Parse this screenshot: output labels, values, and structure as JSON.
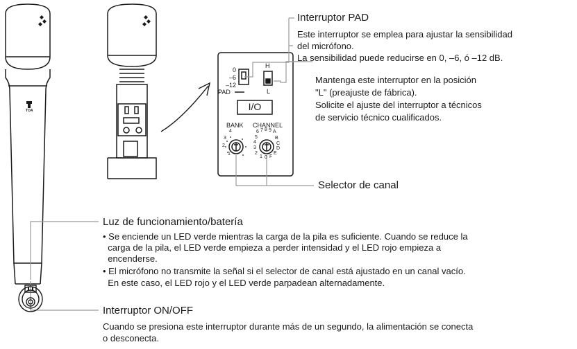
{
  "pad_section": {
    "title": "Interruptor PAD",
    "lines": [
      "Este interruptor se emplea para ajustar la sensibilidad",
      "del micrófono.",
      "La sensibilidad puede reducirse en 0, –6, ó –12 dB."
    ]
  },
  "hl_section": {
    "lines": [
      "Mantenga este interruptor en la posición",
      "\"L\" (preajuste de fábrica).",
      "Solicite el ajuste del interruptor a técnicos",
      "de servicio técnico cualificados."
    ]
  },
  "channel_selector": {
    "label": "Selector de canal"
  },
  "led_section": {
    "title": "Luz de funcionamiento/batería",
    "lines": [
      "• Se enciende un LED verde mientras la carga de la pila es suficiente. Cuando se reduce la",
      "  carga de la pila, el LED verde empieza a perder intensidad y el LED rojo empieza a",
      "  encenderse.",
      "• El micrófono no transmite la señal si el selector de canal está ajustado en un canal vacío.",
      "  En este caso, el LED rojo y el LED verde parpadean alternadamente."
    ]
  },
  "onoff_section": {
    "title": "Interruptor ON/OFF",
    "lines": [
      "Cuando se presiona este interruptor durante más de un segundo, la alimentación se conecta",
      "o desconecta."
    ]
  },
  "panel": {
    "pad_values": [
      "0",
      "–6",
      "–12"
    ],
    "pad_label": "PAD",
    "h_label": "H",
    "l_label": "L",
    "io_label": "I/O",
    "bank_label": "BANK",
    "channel_label": "CHANNEL",
    "bank_digits": [
      "4",
      "3",
      "2",
      "1"
    ],
    "channel_digits": [
      "6",
      "7",
      "8",
      "9",
      "A",
      "5",
      "B",
      "4",
      "C",
      "3",
      "D",
      "2",
      "1",
      "0",
      "F",
      "E"
    ]
  },
  "mic_logo": "TOA",
  "colors": {
    "ink": "#1a1a1a",
    "leader": "#9a9a9a"
  }
}
